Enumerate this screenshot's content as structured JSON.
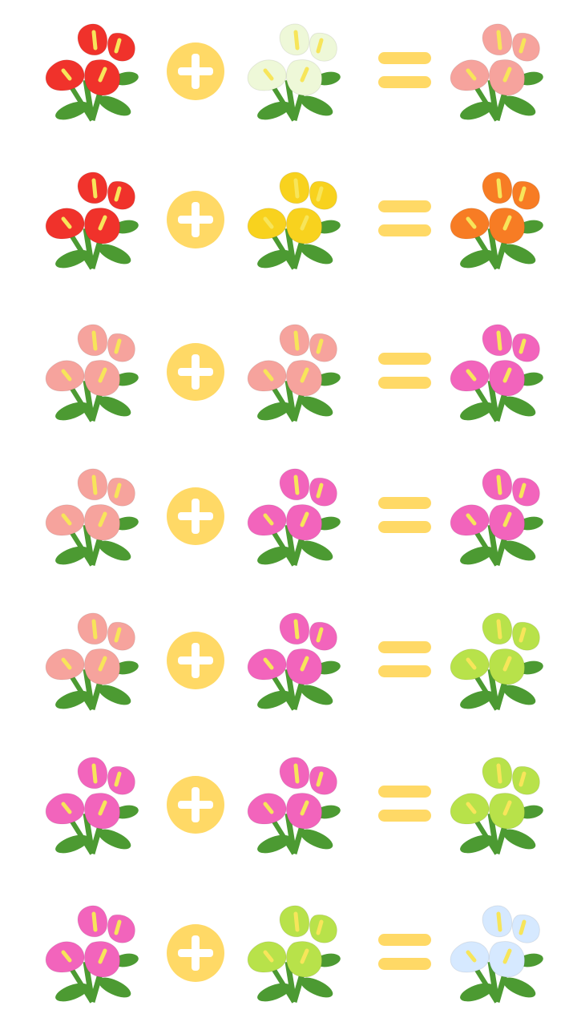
{
  "colors": {
    "operator": "#FFD966",
    "red": "#F0322B",
    "white": "#EEF8D8",
    "yellow": "#F8D21E",
    "orange": "#F77C24",
    "pink": "#F6A39D",
    "purple": "#F264BC",
    "green": "#B8E24A",
    "blue": "#D6E9FF",
    "leaf": "#4C9A32",
    "spadix": "#F7E55A"
  },
  "operators": {
    "plus_icon": "plus-circle-icon",
    "equals_icon": "equals-icon"
  },
  "recipes": [
    {
      "a": "red",
      "b": "white",
      "result": "pink"
    },
    {
      "a": "red",
      "b": "yellow",
      "result": "orange"
    },
    {
      "a": "pink",
      "b": "pink",
      "result": "purple"
    },
    {
      "a": "pink",
      "b": "purple",
      "result": "purple"
    },
    {
      "a": "pink",
      "b": "purple",
      "result": "green"
    },
    {
      "a": "purple",
      "b": "purple",
      "result": "green"
    },
    {
      "a": "purple",
      "b": "green",
      "result": "blue"
    }
  ]
}
